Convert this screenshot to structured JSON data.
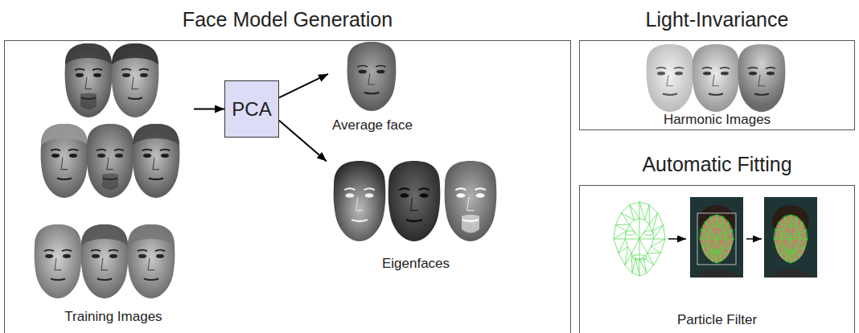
{
  "diagram": {
    "nodes": [
      {
        "text": [
          "Face Model Generation"
        ]
      },
      {
        "text": [
          "Training Images"
        ],
        "in": 0
      },
      {
        "text": [
          "PCA"
        ],
        "in": 0
      },
      {
        "text": [
          "Average face"
        ],
        "in": 0
      },
      {
        "text": [
          "Eigenfaces"
        ],
        "in": 0
      },
      {
        "text": [
          "Light-Invariance",
          "Harmonic Images"
        ]
      },
      {
        "text": [
          "Automatic Fitting",
          "Particle Filter"
        ]
      }
    ],
    "edges": [
      {
        "from": 1,
        "to": 2,
        "arrow": "to"
      },
      {
        "from": 2,
        "to": 3,
        "arrow": "to"
      },
      {
        "from": 2,
        "to": 4,
        "arrow": "to"
      }
    ]
  }
}
